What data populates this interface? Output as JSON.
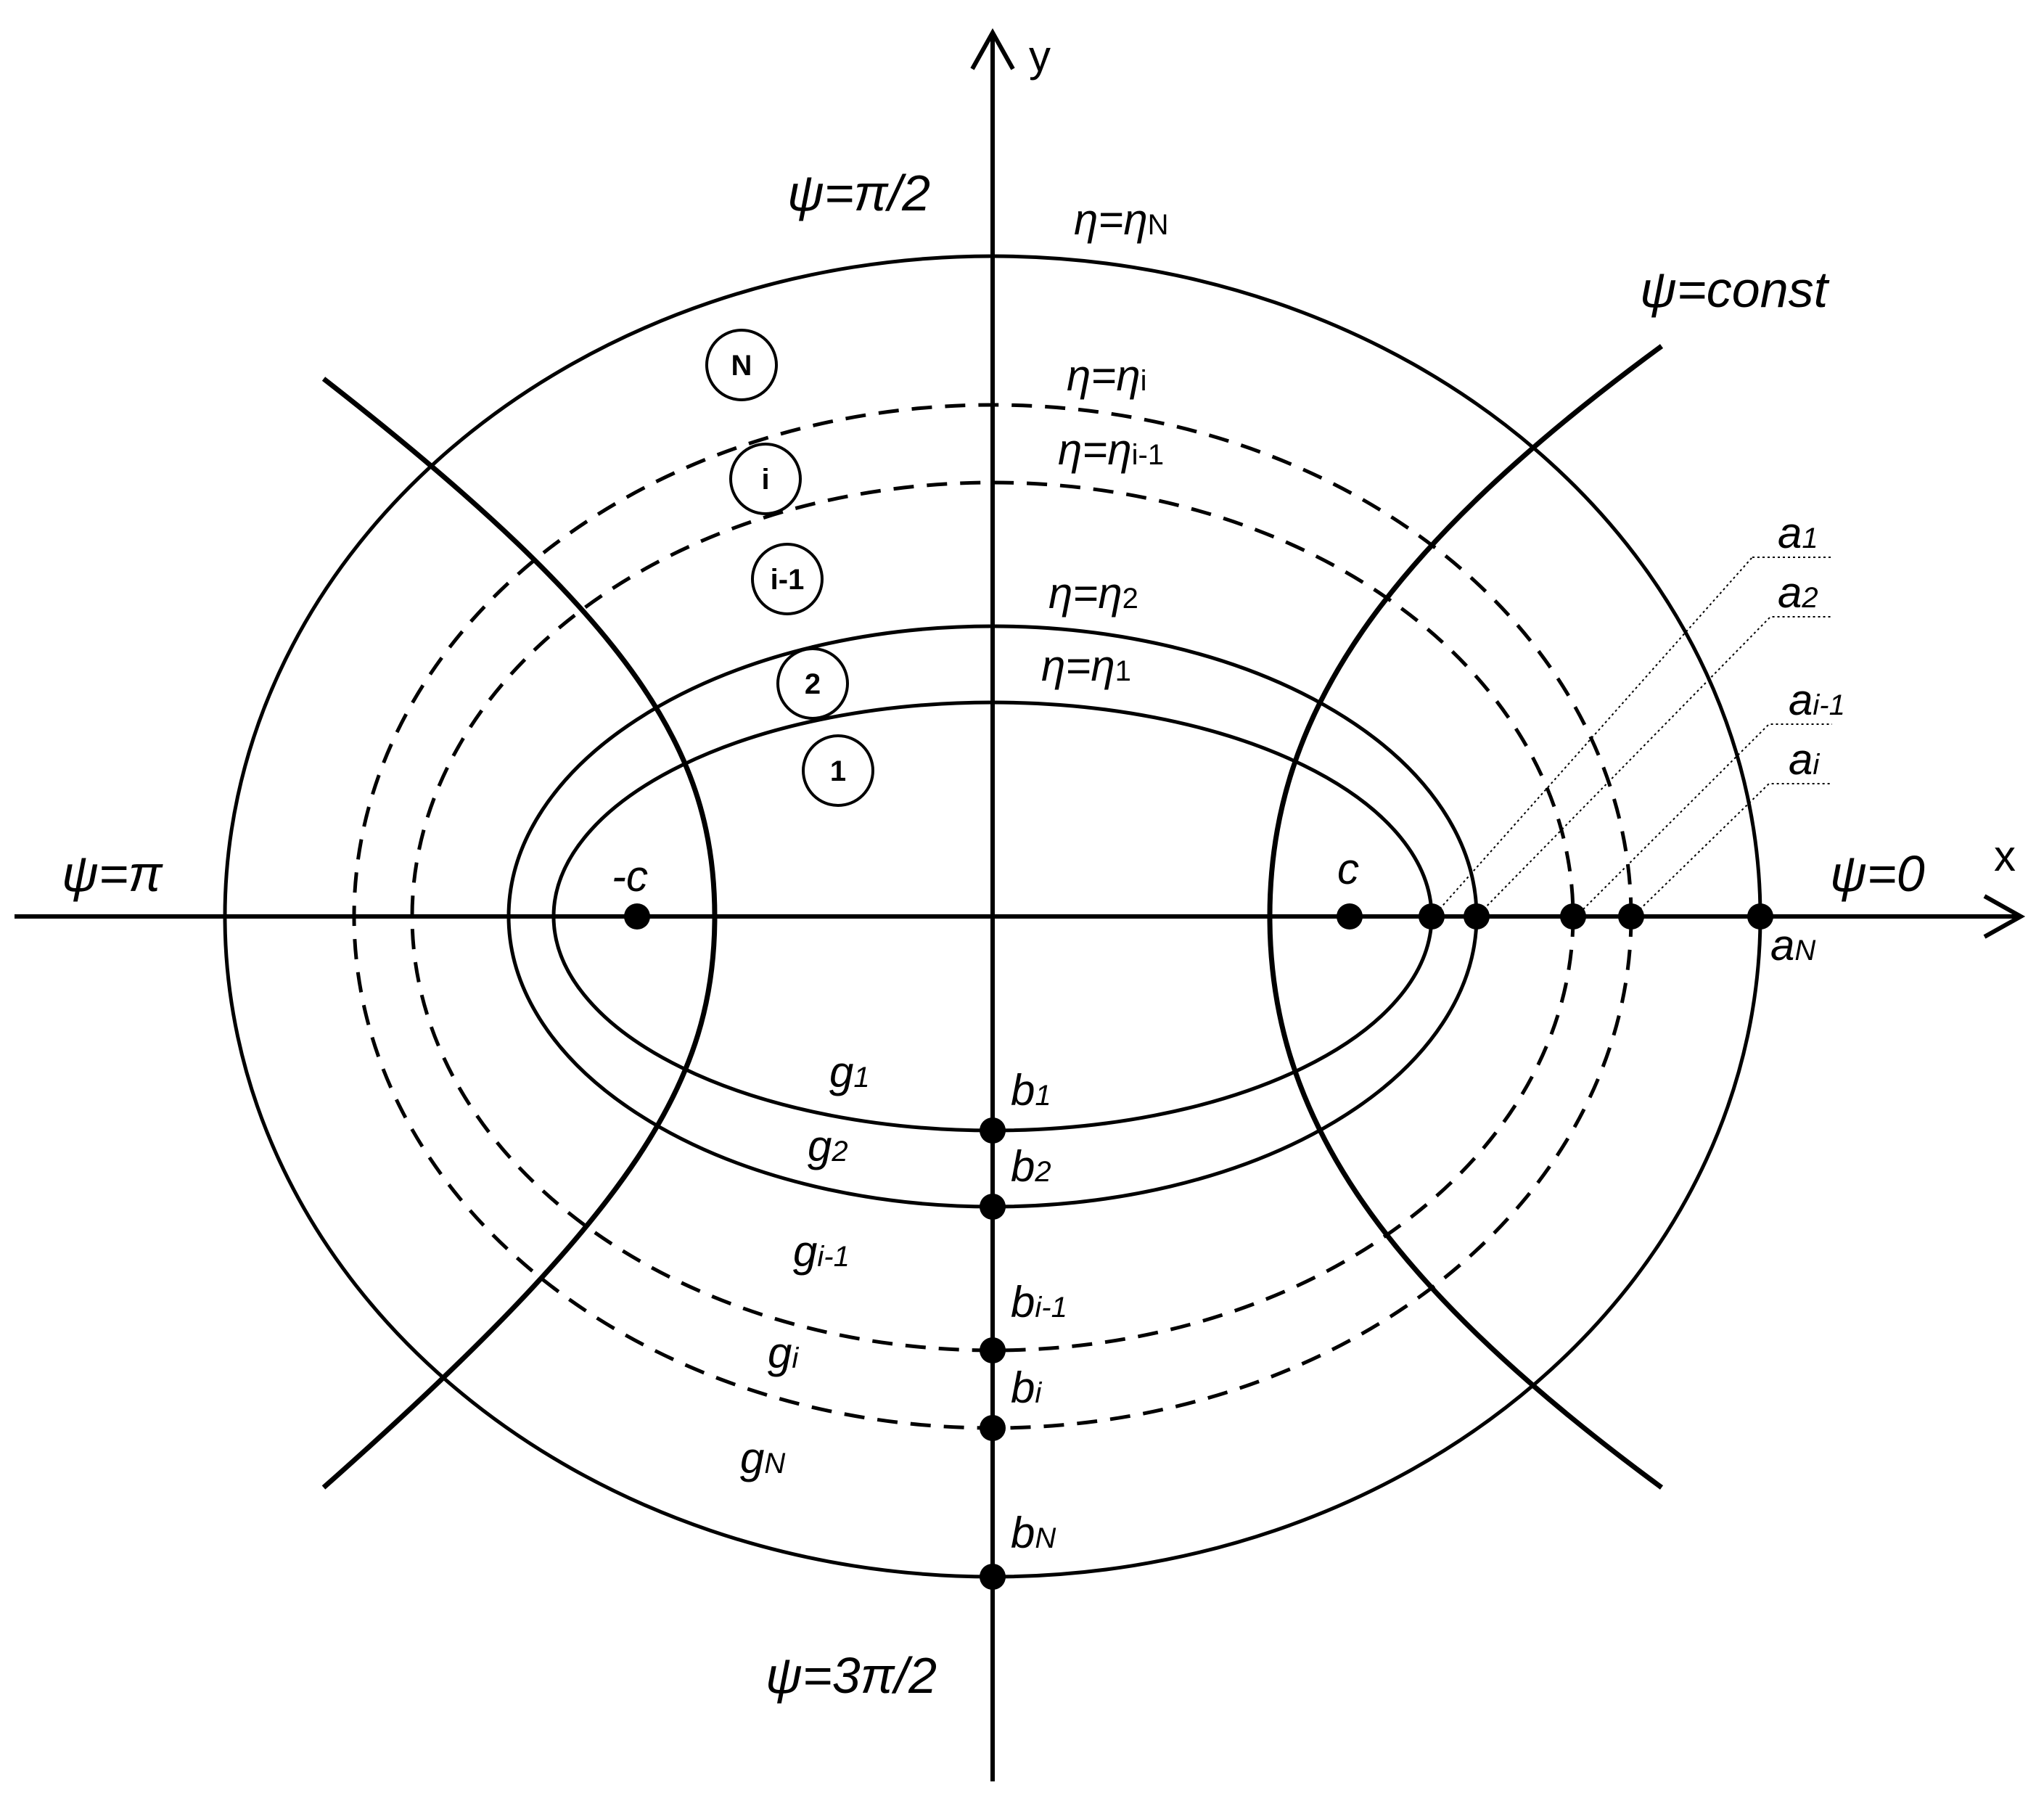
{
  "axes": {
    "x": "x",
    "y": "y"
  },
  "psi": {
    "top": "ψ=π/2",
    "left": "ψ=π",
    "right": "ψ=0",
    "bottom": "ψ=3π/2",
    "const": "ψ=const"
  },
  "eta": [
    {
      "base": "η=η",
      "sub": "N"
    },
    {
      "base": "η=η",
      "sub": "i"
    },
    {
      "base": "η=η",
      "sub": "i-1"
    },
    {
      "base": "η=η",
      "sub": "2"
    },
    {
      "base": "η=η",
      "sub": "1"
    }
  ],
  "badges": [
    "N",
    "i",
    "i-1",
    "2",
    "1"
  ],
  "foci": {
    "left": "-c",
    "right": "c"
  },
  "a": [
    {
      "base": "a",
      "sub": "1"
    },
    {
      "base": "a",
      "sub": "2"
    },
    {
      "base": "a",
      "sub": "i-1"
    },
    {
      "base": "a",
      "sub": "i"
    },
    {
      "base": "a",
      "sub": "N"
    }
  ],
  "b": [
    {
      "base": "b",
      "sub": "1"
    },
    {
      "base": "b",
      "sub": "2"
    },
    {
      "base": "b",
      "sub": "i-1"
    },
    {
      "base": "b",
      "sub": "i"
    },
    {
      "base": "b",
      "sub": "N"
    }
  ],
  "g": [
    {
      "base": "g",
      "sub": "1"
    },
    {
      "base": "g",
      "sub": "2"
    },
    {
      "base": "g",
      "sub": "i-1"
    },
    {
      "base": "g",
      "sub": "i"
    },
    {
      "base": "g",
      "sub": "N"
    }
  ]
}
